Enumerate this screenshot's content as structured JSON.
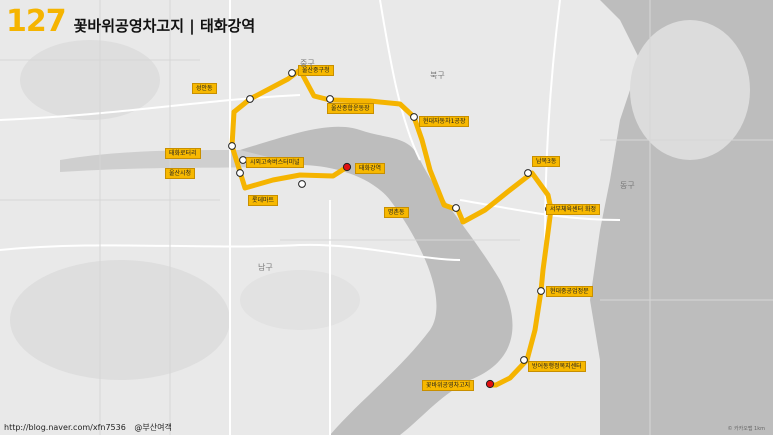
{
  "title": {
    "route_number": "127",
    "route_name": "꽃바위공영차고지 | 태화강역"
  },
  "footer": {
    "blog": "http://blog.naver.com/xfn7536",
    "author": "@부산여객"
  },
  "scale_text": "© 카카오맵  1km",
  "colors": {
    "route": "#f5b400",
    "label_bg": "#f7b800",
    "terminal": "#e01010",
    "stop": "#ffffff",
    "water": "#b3b3b3",
    "land": "#e9e9e9"
  },
  "stops": [
    {
      "name": "성안동",
      "terminal": false
    },
    {
      "name": "울산중구청",
      "terminal": false
    },
    {
      "name": "울산종합운동장",
      "terminal": false
    },
    {
      "name": "현대자동차1공장",
      "terminal": false
    },
    {
      "name": "태화로터리",
      "terminal": false
    },
    {
      "name": "시외고속버스터미널",
      "terminal": false
    },
    {
      "name": "태화강역",
      "terminal": true
    },
    {
      "name": "울산시청",
      "terminal": false
    },
    {
      "name": "롯데마트",
      "terminal": false
    },
    {
      "name": "명촌동",
      "terminal": false
    },
    {
      "name": "남목3동",
      "terminal": false
    },
    {
      "name": "서부체육센터 화정",
      "terminal": false
    },
    {
      "name": "현대중공업정문",
      "terminal": false
    },
    {
      "name": "방어동행정복지센터",
      "terminal": false
    },
    {
      "name": "꽃바위공영차고지",
      "terminal": true
    }
  ],
  "map_labels": [
    "중구",
    "남구",
    "동구",
    "북구"
  ]
}
